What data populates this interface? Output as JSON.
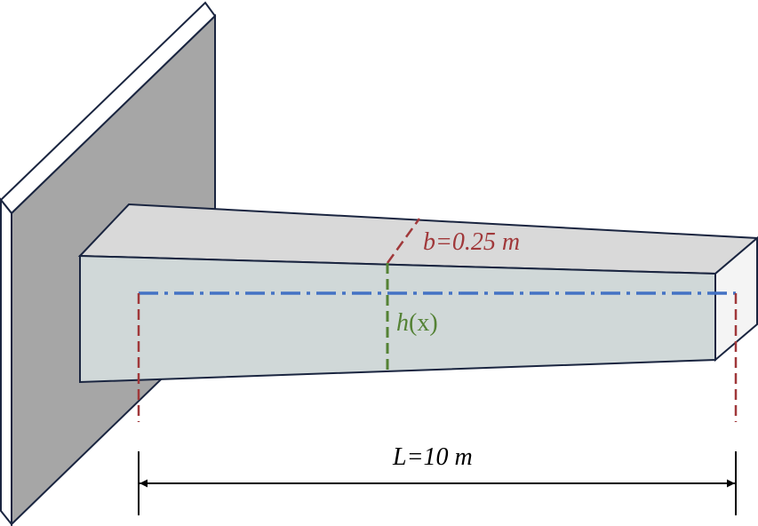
{
  "labels": {
    "width": {
      "var": "b",
      "eq": "=",
      "value": "0.25",
      "unit": "m"
    },
    "height": {
      "var": "h",
      "arg": "(x)"
    },
    "length": {
      "var": "L",
      "eq": "=",
      "value": "10",
      "unit": "m"
    }
  },
  "colors": {
    "wall_face": "#a6a6a6",
    "wall_edge": "#ffffff",
    "beam_front": "#d0d8d8",
    "beam_top": "#d9d9d9",
    "beam_end": "#f4f4f4",
    "outline": "#1a2540",
    "axis": "#4472c4",
    "height_marker": "#548235",
    "width_marker": "#a0383a",
    "dimension": "#a0383a",
    "arrow": "#000000"
  }
}
